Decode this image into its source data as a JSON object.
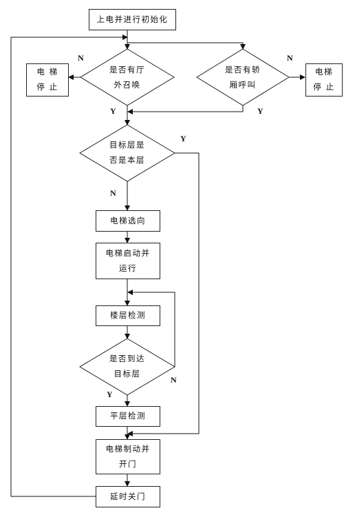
{
  "flowchart": {
    "start": "上电并进行初始化",
    "hall_call_question": "是否有厅\n外召唤",
    "car_call_question": "是否有轿\n厢呼叫",
    "stop_left": "电 梯\n停  止",
    "stop_right": "电梯\n停  止",
    "target_is_current_question": "目标层是\n否是本层",
    "select_direction": "电梯选向",
    "start_and_run": "电梯启动并\n运行",
    "floor_detect": "楼层检测",
    "arrive_target_question": "是否到达\n目标层",
    "level_detect": "平层检测",
    "brake_and_open": "电梯制动并\n开门",
    "delay_close": "延时关门",
    "labels": {
      "yes": "Y",
      "no": "N"
    }
  }
}
